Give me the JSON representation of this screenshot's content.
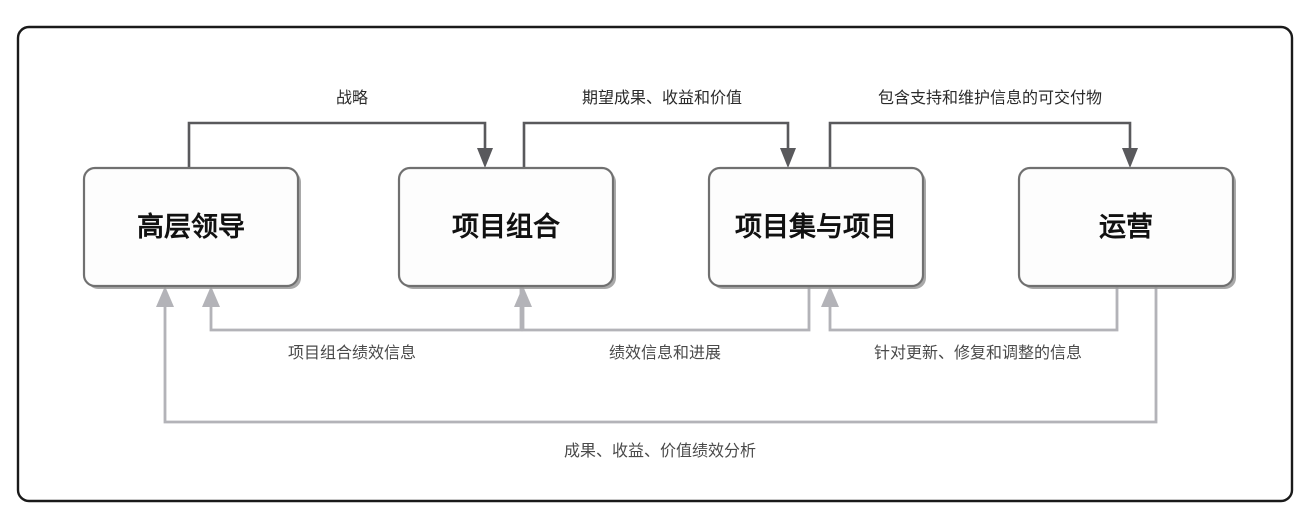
{
  "diagram": {
    "title": "",
    "frame": {
      "name": "outer-frame"
    },
    "nodes": [
      {
        "id": "executive-leadership",
        "label": "高层领导"
      },
      {
        "id": "portfolio",
        "label": "项目组合"
      },
      {
        "id": "program-and-project",
        "label": "项目集与项目"
      },
      {
        "id": "operations",
        "label": "运营"
      }
    ],
    "forward_edges": [
      {
        "id": "strategy",
        "label": "战略",
        "from": "executive-leadership",
        "to": "portfolio"
      },
      {
        "id": "expected-outcomes",
        "label": "期望成果、收益和价值",
        "from": "portfolio",
        "to": "program-and-project"
      },
      {
        "id": "deliverables",
        "label": "包含支持和维护信息的可交付物",
        "from": "program-and-project",
        "to": "operations"
      }
    ],
    "return_edges": [
      {
        "id": "portfolio-performance",
        "label": "项目组合绩效信息",
        "from": "portfolio",
        "to": "executive-leadership"
      },
      {
        "id": "performance-and-progress",
        "label": "绩效信息和进展",
        "from": "program-and-project",
        "to": "portfolio"
      },
      {
        "id": "update-repair-adjust",
        "label": "针对更新、修复和调整的信息",
        "from": "operations",
        "to": "program-and-project"
      },
      {
        "id": "value-performance-analysis",
        "label": "成果、收益、价值绩效分析",
        "from": "operations",
        "to": "executive-leadership"
      }
    ],
    "colors": {
      "frame_stroke": "#1a1a1a",
      "node_stroke": "#707070",
      "node_fill": "#fdfdfd",
      "forward_arrow": "#59595c",
      "return_arrow": "#b3b3b8",
      "label_text": "#2b2b2b",
      "background": "#ffffff"
    }
  }
}
